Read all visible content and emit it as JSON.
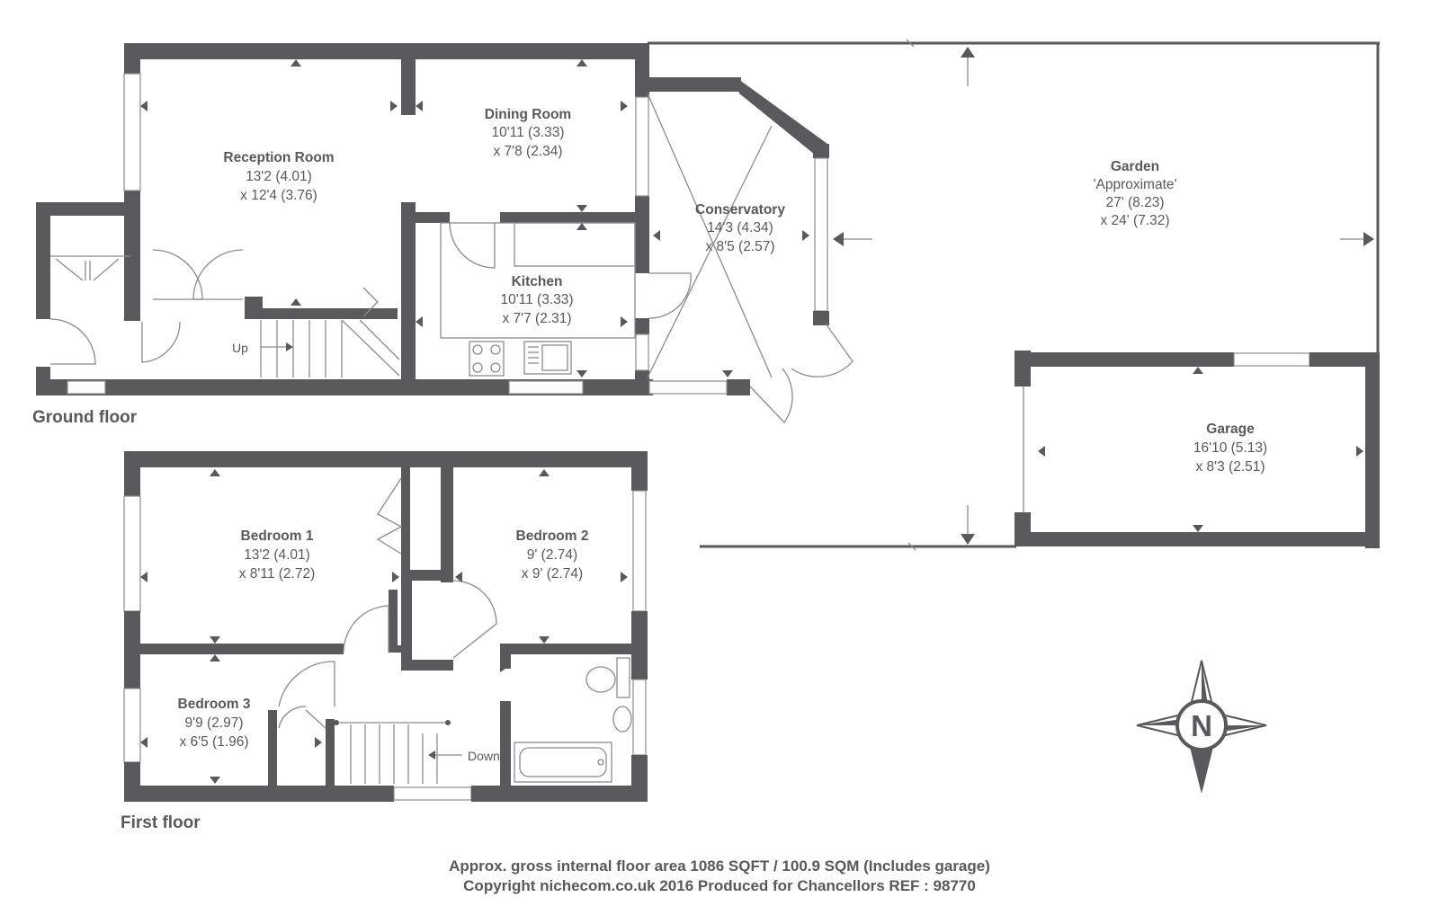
{
  "floors": {
    "ground": "Ground floor",
    "first": "First floor"
  },
  "rooms": {
    "reception": {
      "name": "Reception Room",
      "dim1": "13'2 (4.01)",
      "dim2": "x 12'4 (3.76)"
    },
    "dining": {
      "name": "Dining Room",
      "dim1": "10'11 (3.33)",
      "dim2": "x 7'8 (2.34)"
    },
    "kitchen": {
      "name": "Kitchen",
      "dim1": "10'11 (3.33)",
      "dim2": "x 7'7 (2.31)"
    },
    "conservatory": {
      "name": "Conservatory",
      "dim1": "14'3 (4.34)",
      "dim2": "x 8'5 (2.57)"
    },
    "garden": {
      "name": "Garden",
      "note": "'Approximate'",
      "dim1": "27' (8.23)",
      "dim2": "x 24' (7.32)"
    },
    "garage": {
      "name": "Garage",
      "dim1": "16'10 (5.13)",
      "dim2": "x 8'3 (2.51)"
    },
    "bedroom1": {
      "name": "Bedroom 1",
      "dim1": "13'2 (4.01)",
      "dim2": "x 8'11 (2.72)"
    },
    "bedroom2": {
      "name": "Bedroom 2",
      "dim1": "9' (2.74)",
      "dim2": "x 9' (2.74)"
    },
    "bedroom3": {
      "name": "Bedroom 3",
      "dim1": "9'9 (2.97)",
      "dim2": "x 6'5 (1.96)"
    }
  },
  "stairs": {
    "up": "Up",
    "down": "Down"
  },
  "compass": {
    "letter": "N"
  },
  "footer": {
    "line1": "Approx. gross internal floor area 1086 SQFT / 100.9 SQM (Includes garage)",
    "line2": "Copyright nichecom.co.uk 2016 Produced for Chancellors REF : 98770"
  },
  "colors": {
    "wall": "#58595b",
    "text": "#58595b",
    "background": "#ffffff"
  }
}
